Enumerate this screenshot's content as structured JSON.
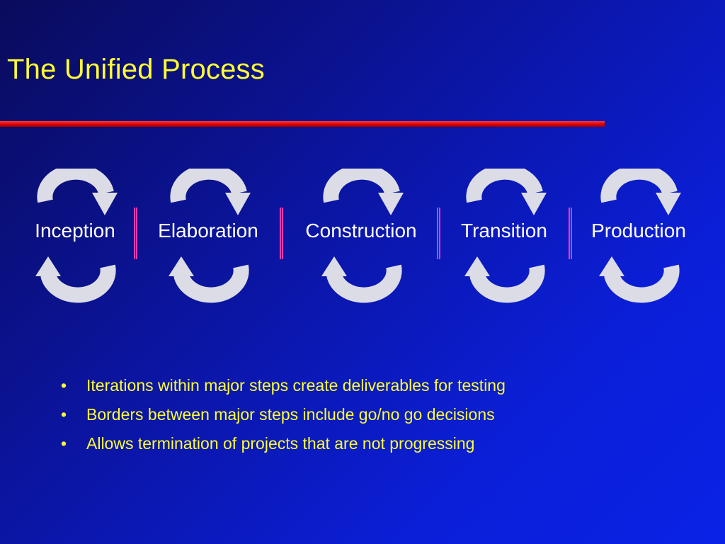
{
  "slide": {
    "title": "The Unified Process"
  },
  "phases": [
    {
      "label": "Inception"
    },
    {
      "label": "Elaboration"
    },
    {
      "label": "Construction"
    },
    {
      "label": "Transition"
    },
    {
      "label": "Production"
    }
  ],
  "bullets": [
    "Iterations within major steps create deliverables for testing",
    "Borders between major steps include go/no go decisions",
    "Allows termination of projects that are not progressing"
  ],
  "colors": {
    "title": "#ffff33",
    "rule": "#e00000",
    "arrow": "#dcdce6",
    "divider": "#e23ab8",
    "label": "#ffffff"
  },
  "icons": {
    "top_arrow": "cycle-arrow-top-icon",
    "bottom_arrow": "cycle-arrow-bottom-icon"
  }
}
